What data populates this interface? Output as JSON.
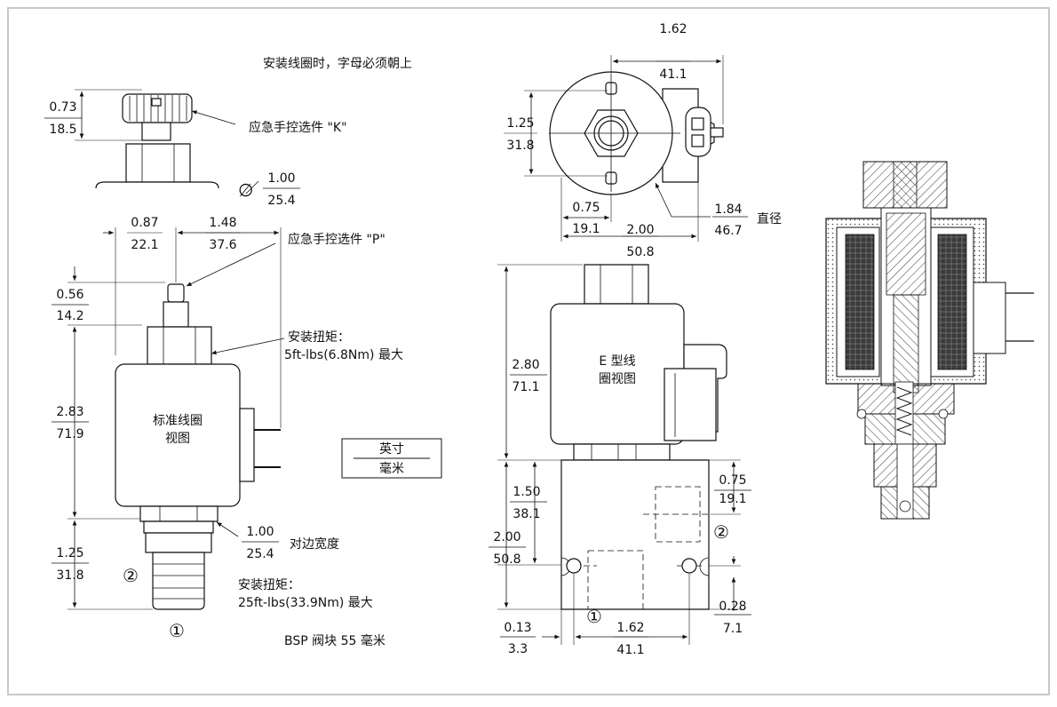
{
  "colors": {
    "frame": "#c8c8c8",
    "ink": "#111111",
    "background": "#ffffff"
  },
  "notes": {
    "coil_orientation": "安装线圈时，字母必须朝上",
    "override_k": "应急手控选件 \"K\"",
    "override_p": "应急手控选件 \"P\"",
    "torque_coil_1": "安装扭矩：",
    "torque_coil_2": "5ft-lbs(6.8Nm) 最大",
    "hex_across_flats": "对边宽度",
    "torque_cartridge_1": "安装扭矩：",
    "torque_cartridge_2": "25ft-lbs(33.9Nm) 最大",
    "block_note": "BSP 阀块 55 毫米",
    "diameter_word": "直径",
    "diameter_symbol": "∅"
  },
  "views": {
    "standard_coil_1": "标准线圈",
    "standard_coil_2": "视图",
    "e_coil_1": "E 型线",
    "e_coil_2": "圈视图"
  },
  "legend": {
    "top": "英寸",
    "bottom": "毫米"
  },
  "ports": {
    "p1": "①",
    "p2": "②"
  },
  "dims": {
    "k_height": {
      "in": "0.73",
      "mm": "18.5"
    },
    "knob_diameter": {
      "in": "1.00",
      "mm": "25.4"
    },
    "left_offset": {
      "in": "0.87",
      "mm": "22.1"
    },
    "connector_reach": {
      "in": "1.48",
      "mm": "37.6"
    },
    "pin_height": {
      "in": "0.56",
      "mm": "14.2"
    },
    "coil_height": {
      "in": "2.83",
      "mm": "71.9"
    },
    "hex_flats": {
      "in": "1.00",
      "mm": "25.4"
    },
    "cartridge_len": {
      "in": "1.25",
      "mm": "31.8"
    },
    "top_width": {
      "in": "1.62",
      "mm": "41.1"
    },
    "top_height": {
      "in": "1.25",
      "mm": "31.8"
    },
    "slot_offset": {
      "in": "0.75",
      "mm": "19.1"
    },
    "coil_width": {
      "in": "2.00",
      "mm": "50.8"
    },
    "coil_diameter": {
      "in": "1.84",
      "mm": "46.7"
    },
    "e_coil_height": {
      "in": "2.80",
      "mm": "71.1"
    },
    "block_upper": {
      "in": "1.50",
      "mm": "38.1"
    },
    "block_height": {
      "in": "2.00",
      "mm": "50.8"
    },
    "port_offset": {
      "in": "0.75",
      "mm": "19.1"
    },
    "hole_offset": {
      "in": "0.28",
      "mm": "7.1"
    },
    "edge_offset": {
      "in": "0.13",
      "mm": "3.3"
    },
    "port_spacing": {
      "in": "1.62",
      "mm": "41.1"
    }
  }
}
